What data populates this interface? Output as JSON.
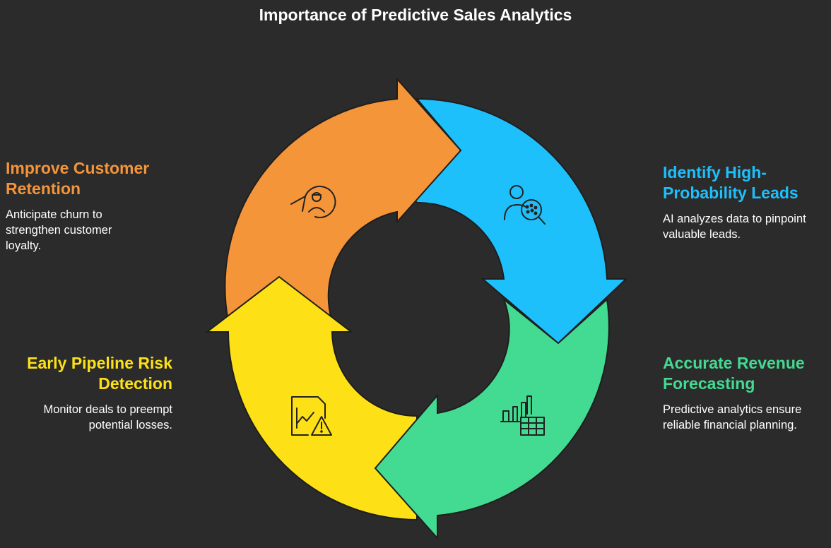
{
  "title": "Importance of Predictive Sales Analytics",
  "colors": {
    "background": "#2b2b2b",
    "orange": "#f5953a",
    "blue": "#1ec0fc",
    "green": "#43da92",
    "yellow": "#fde116",
    "outline": "#1e1e1e"
  },
  "items": [
    {
      "id": "retention",
      "heading": "Improve Customer Retention",
      "description": "Anticipate churn to strengthen customer loyalty.",
      "color": "#f5953a",
      "icon": "customer-retention-icon"
    },
    {
      "id": "leads",
      "heading": "Identify High-Probability Leads",
      "description": "AI analyzes data to pinpoint valuable leads.",
      "color": "#1ec0fc",
      "icon": "user-search-icon"
    },
    {
      "id": "forecasting",
      "heading": "Accurate Revenue Forecasting",
      "description": "Predictive analytics ensure reliable financial planning.",
      "color": "#43da92",
      "icon": "chart-table-icon"
    },
    {
      "id": "risk",
      "heading": "Early Pipeline Risk Detection",
      "description": "Monitor deals to preempt potential losses.",
      "color": "#fde116",
      "icon": "document-warning-icon"
    }
  ]
}
